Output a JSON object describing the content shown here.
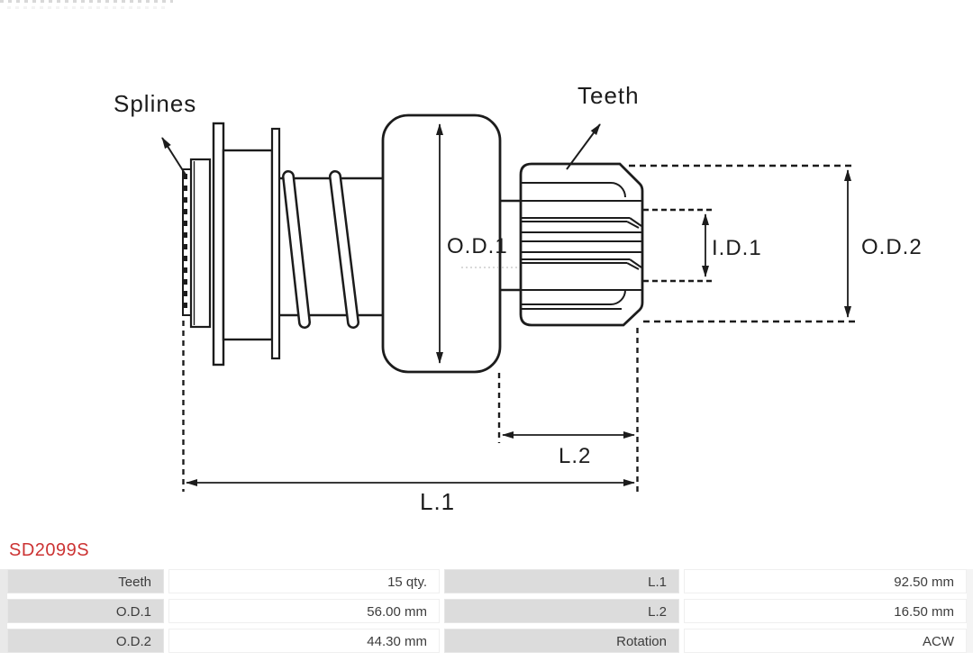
{
  "part_number": "SD2099S",
  "colors": {
    "part_number_red": "#cc3333",
    "drawing_ink": "#1c1c1c",
    "table_label_bg": "#dcdcdc",
    "table_value_bg": "#ffffff"
  },
  "diagram": {
    "labels": {
      "splines": "Splines",
      "teeth": "Teeth",
      "od1": "O.D.1",
      "id1": "I.D.1",
      "od2": "O.D.2",
      "l2": "L.2",
      "l1": "L.1"
    }
  },
  "spec_table": {
    "rows": [
      {
        "label1": "Teeth",
        "value1": "15 qty.",
        "label2": "L.1",
        "value2": "92.50 mm"
      },
      {
        "label1": "O.D.1",
        "value1": "56.00 mm",
        "label2": "L.2",
        "value2": "16.50 mm"
      },
      {
        "label1": "O.D.2",
        "value1": "44.30 mm",
        "label2": "Rotation",
        "value2": "ACW"
      }
    ]
  }
}
